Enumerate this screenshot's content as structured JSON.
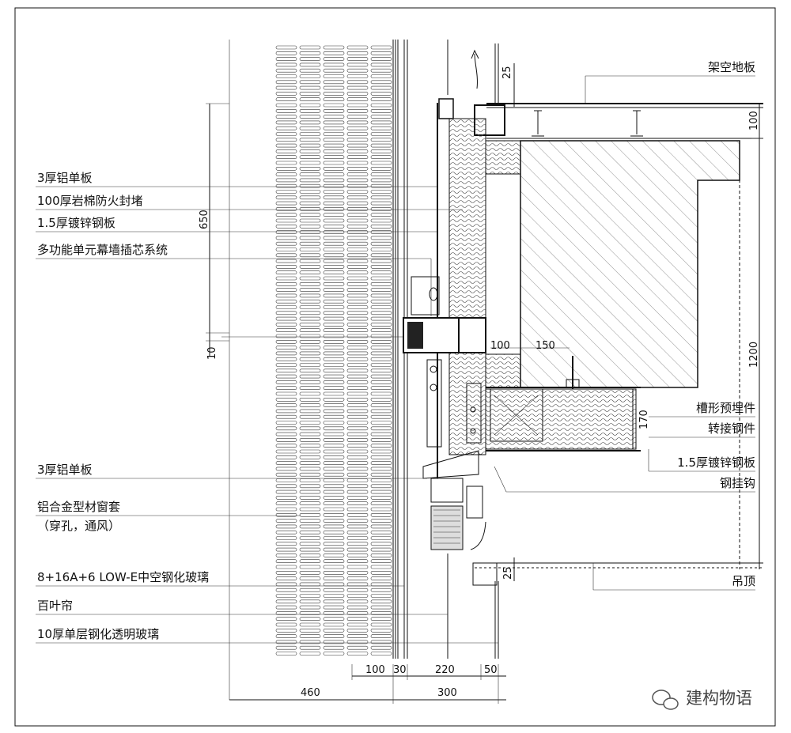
{
  "labels_left": [
    "3厚铝单板",
    "100厚岩棉防火封堵",
    "1.5厚镀锌钢板",
    "多功能单元幕墙插芯系统",
    "3厚铝单板",
    "铝合金型材窗套",
    "（穿孔，通风）",
    "8+16A+6 LOW-E中空钢化玻璃",
    "百叶帘",
    "10厚单层钢化透明玻璃"
  ],
  "labels_right": [
    "架空地板",
    "槽形预埋件",
    "转接钢件",
    "1.5厚镀锌钢板",
    "钢挂钩",
    "吊顶"
  ],
  "dims": {
    "d25_top": "25",
    "d100_right": "100",
    "d650": "650",
    "d10": "10",
    "d100_mid": "100",
    "d150": "150",
    "d1200": "1200",
    "d170": "170",
    "d25_bottom": "25",
    "d100_bottom": "100",
    "d30": "30",
    "d220": "220",
    "d50": "50",
    "d460": "460",
    "d300": "300"
  },
  "watermark": "建构物语",
  "watermark_icon": "wechat-icon"
}
